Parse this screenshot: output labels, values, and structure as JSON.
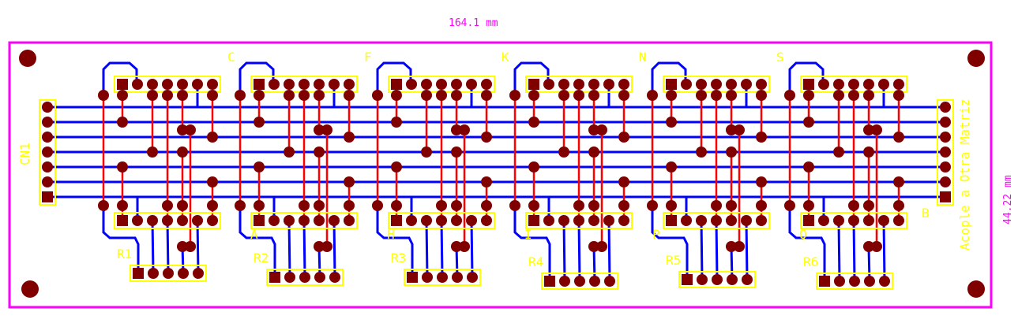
{
  "dimensions": {
    "width_label": "164.1 mm",
    "height_label": "44.22 mm"
  },
  "connectors": {
    "left": "CN1",
    "right_caption": "Acople a Otra Matriz",
    "right": "B"
  },
  "top_labels": [
    "C",
    "F",
    "K",
    "N",
    "S"
  ],
  "bottom_labels": [
    "A",
    "H",
    "I",
    "P",
    "Q"
  ],
  "resistor_labels": [
    "R1",
    "R2",
    "R3",
    "R4",
    "R5",
    "R6"
  ],
  "colors": {
    "board_outline": "#ff00ff",
    "top_copper": "#ff0000",
    "bottom_copper": "#0000ff",
    "pads": "#800000",
    "silkscreen": "#ffff00"
  }
}
